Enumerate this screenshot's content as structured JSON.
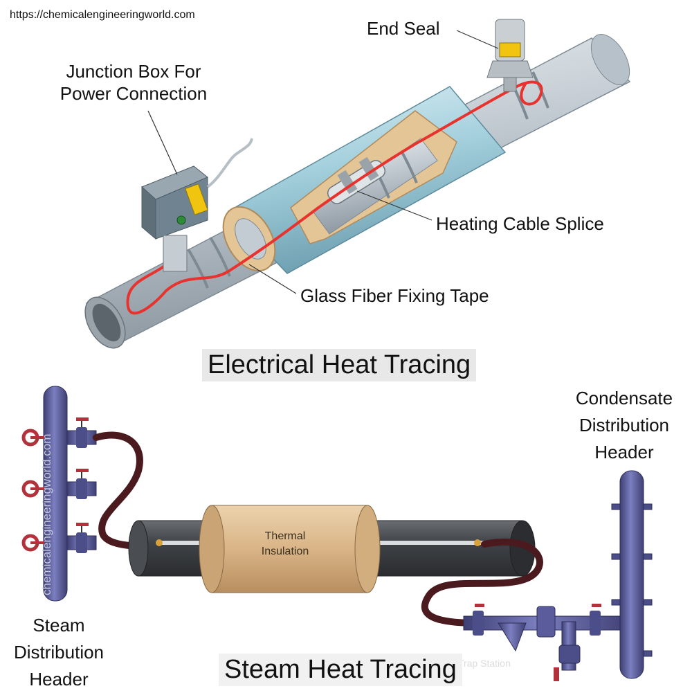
{
  "source_url": "https://chemicalengineeringworld.com",
  "electrical": {
    "title": "Electrical Heat Tracing",
    "labels": {
      "end_seal": "End Seal",
      "junction_box_line1": "Junction Box For",
      "junction_box_line2": "Power Connection",
      "heating_cable_splice": "Heating Cable Splice",
      "glass_fiber_tape": "Glass Fiber Fixing Tape"
    }
  },
  "steam": {
    "title": "Steam Heat Tracing",
    "labels": {
      "condensate_line1": "Condensate",
      "condensate_line2": "Distribution",
      "condensate_line3": "Header",
      "steam_header_line1": "Steam",
      "steam_header_line2": "Distribution",
      "steam_header_line3": "Header",
      "thermal_line1": "Thermal",
      "thermal_line2": "Insulation",
      "watermark": "chemicalengineeringworld.com",
      "trap_station": "Trap Station"
    }
  },
  "colors": {
    "pipe": "#c9d2d8",
    "insulation_cladding": "#a9d3df",
    "insulation_core": "#e2c397",
    "heating_cable": "#e8322d",
    "steam_tube": "#4a1a1e",
    "header_blue": "#5a5c9c",
    "valve_handle": "#b2323c",
    "junction_box": "#6f8490"
  }
}
